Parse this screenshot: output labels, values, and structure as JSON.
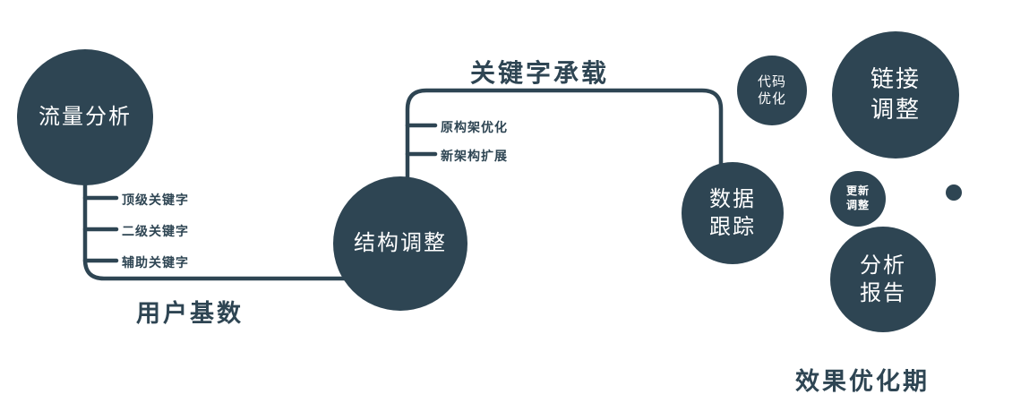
{
  "colors": {
    "primary": "#2e4553",
    "node_text": "#ffffff",
    "background": "#ffffff"
  },
  "nodes": {
    "traffic": {
      "label": "流量分析"
    },
    "structure": {
      "label": "结构调整"
    },
    "tracking": {
      "label": "数据\n跟踪"
    },
    "code": {
      "label": "代码\n优化"
    },
    "link": {
      "label": "链接\n调整"
    },
    "update": {
      "label": "更新\n调整"
    },
    "report": {
      "label": "分析\n报告"
    }
  },
  "labels": {
    "keyword_carry": "关键字承载",
    "user_base": "用户基数",
    "effect_period": "效果优化期"
  },
  "branches": {
    "left": [
      "顶级关键字",
      "二级关键字",
      "辅助关键字"
    ],
    "middle": [
      "原构架优化",
      "新架构扩展"
    ]
  }
}
